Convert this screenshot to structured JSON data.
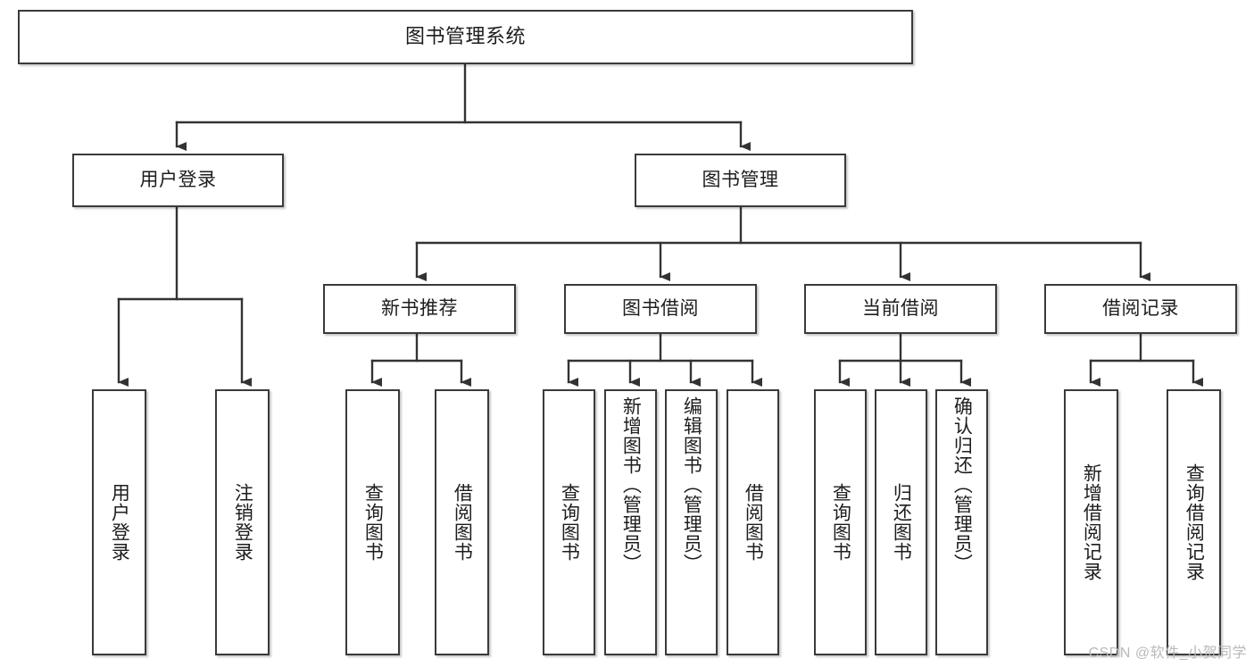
{
  "diagram": {
    "type": "tree",
    "title": "图书管理系统",
    "root": {
      "label": "图书管理系统"
    },
    "tier1": [
      {
        "label": "用户登录"
      },
      {
        "label": "图书管理"
      }
    ],
    "tier2": [
      {
        "label": "新书推荐"
      },
      {
        "label": "图书借阅"
      },
      {
        "label": "当前借阅"
      },
      {
        "label": "借阅记录"
      }
    ],
    "leaves": {
      "user_login": [
        {
          "label": "用户登录"
        },
        {
          "label": "注销登录"
        }
      ],
      "new_book_recommend": [
        {
          "label": "查询图书"
        },
        {
          "label": "借阅图书"
        }
      ],
      "book_borrow": [
        {
          "label": "查询图书"
        },
        {
          "label": "新增图书（管理员）"
        },
        {
          "label": "编辑图书（管理员）"
        },
        {
          "label": "借阅图书"
        }
      ],
      "current_borrow": [
        {
          "label": "查询图书"
        },
        {
          "label": "归还图书"
        },
        {
          "label": "确认归还（管理员）"
        }
      ],
      "borrow_record": [
        {
          "label": "新增借阅记录"
        },
        {
          "label": "查询借阅记录"
        }
      ]
    }
  },
  "watermark": {
    "text": "CSDN @软件_小贺同学"
  },
  "colors": {
    "box_border": "#3a3a3a",
    "box_fill": "#ffffff",
    "text": "#1d1d1d",
    "edge": "#333333",
    "watermark": "#b9b9b9",
    "background": "#ffffff"
  }
}
